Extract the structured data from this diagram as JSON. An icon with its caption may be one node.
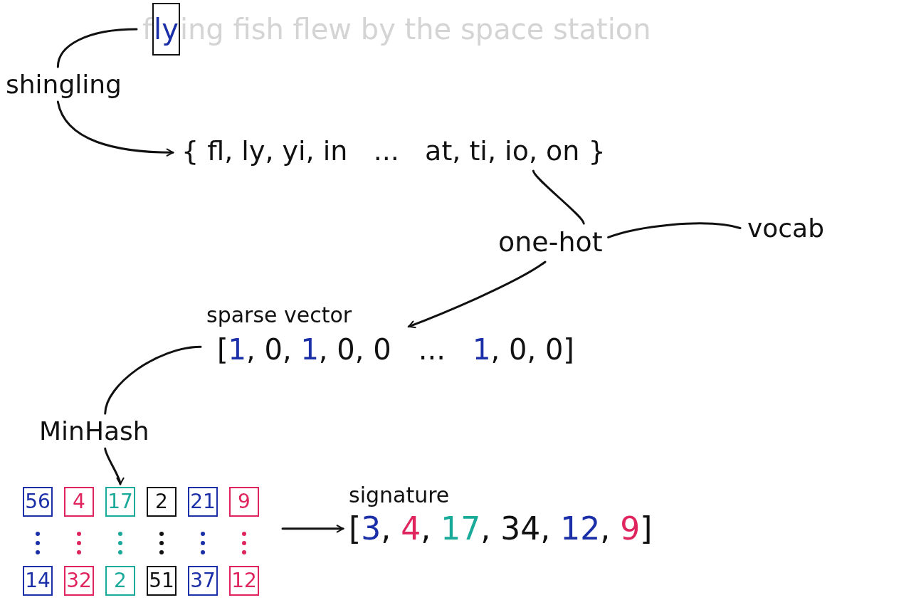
{
  "diagram": {
    "nodes": [
      {
        "text": [
          "flying fish flew by the space station"
        ]
      },
      {
        "text": [
          "shingling"
        ]
      },
      {
        "text": [
          "{ fl, ly, yi, in   ...   at, ti, io, on }"
        ]
      },
      {
        "text": [
          "one-hot"
        ]
      },
      {
        "text": [
          "vocab"
        ]
      },
      {
        "text": [
          "sparse vector",
          "[1, 0, 1, 0, 0   ...   1, 0, 0]"
        ]
      },
      {
        "text": [
          "MinHash"
        ]
      },
      {
        "text": [
          "56"
        ]
      },
      {
        "text": [
          "4"
        ]
      },
      {
        "text": [
          "17"
        ]
      },
      {
        "text": [
          "2"
        ]
      },
      {
        "text": [
          "21"
        ]
      },
      {
        "text": [
          "9"
        ]
      },
      {
        "text": [
          "14"
        ]
      },
      {
        "text": [
          "32"
        ]
      },
      {
        "text": [
          "2"
        ]
      },
      {
        "text": [
          "51"
        ]
      },
      {
        "text": [
          "37"
        ]
      },
      {
        "text": [
          "12"
        ]
      },
      {
        "text": [
          "signature",
          "[3, 4, 17, 34, 12, 9]"
        ]
      }
    ],
    "edges": [
      {
        "from": 0,
        "to": 1,
        "arrow": "none"
      },
      {
        "from": 1,
        "to": 2,
        "arrow": "to"
      },
      {
        "from": 2,
        "to": 3,
        "arrow": "none"
      },
      {
        "from": 4,
        "to": 3,
        "arrow": "none"
      },
      {
        "from": 3,
        "to": 5,
        "arrow": "to"
      },
      {
        "from": 5,
        "to": 6,
        "arrow": "none"
      },
      {
        "from": 6,
        "to": 9,
        "arrow": "to"
      },
      {
        "from": null,
        "to": 19,
        "arrow": "to"
      }
    ]
  }
}
